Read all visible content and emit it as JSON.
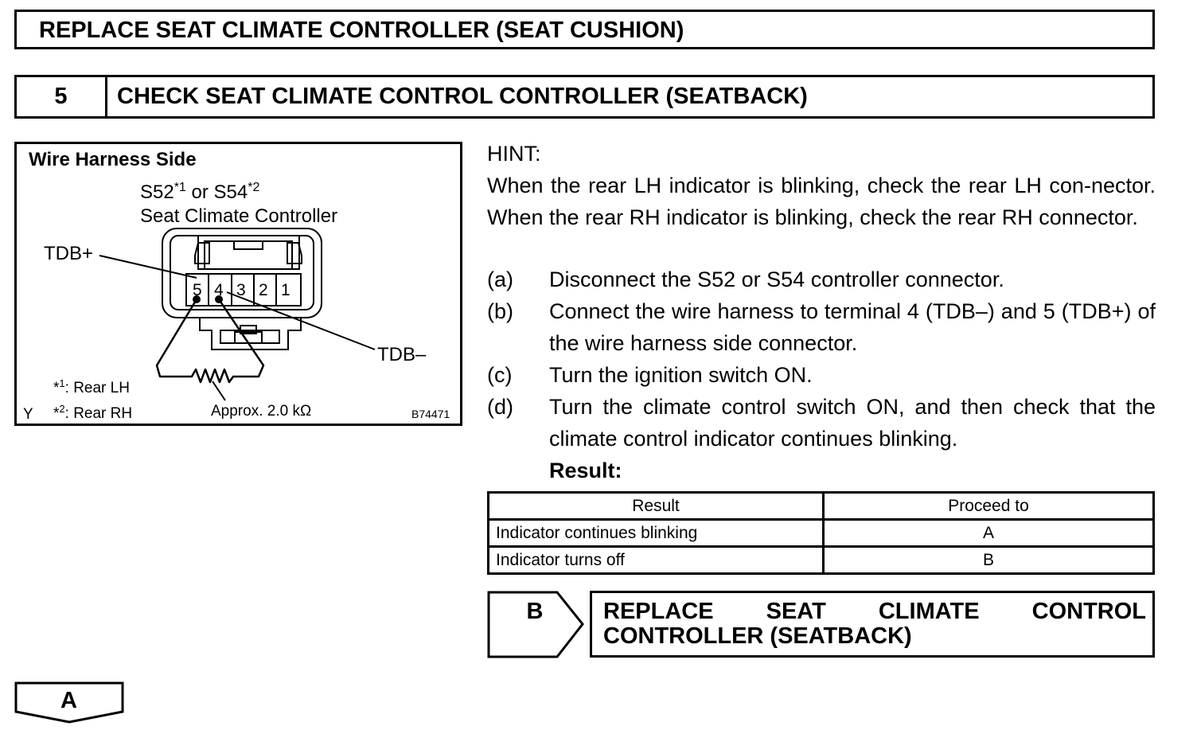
{
  "top_header": "REPLACE SEAT CLIMATE CONTROLLER (SEAT CUSHION)",
  "step": {
    "number": "5",
    "title": "CHECK SEAT CLIMATE CONTROL CONTROLLER (SEATBACK)"
  },
  "diagram": {
    "heading": "Wire Harness Side",
    "connector_s52": "S52",
    "sup1": "*1",
    "or_text": " or S54",
    "sup2": "*2",
    "connector_name": "Seat Climate Controller",
    "tdb_plus": "TDB+",
    "tdb_minus": "TDB–",
    "pins": [
      "5",
      "4",
      "3",
      "2",
      "1"
    ],
    "note1_mark": "*",
    "note1_num": "1",
    "note1_text": ": Rear LH",
    "note2_mark": "*",
    "note2_num": "2",
    "note2_text": ": Rear RH",
    "y_mark": "Y",
    "resistance": "Approx. 2.0 kΩ",
    "figure_id": "B74471"
  },
  "hint": {
    "title": "HINT:",
    "body": "When the rear LH indicator is blinking, check the rear LH con-nector. When the rear RH indicator is blinking, check the rear RH connector."
  },
  "steps": [
    {
      "label": "(a)",
      "text": "Disconnect the S52 or S54 controller connector."
    },
    {
      "label": "(b)",
      "text": "Connect the wire harness to terminal 4 (TDB–) and 5 (TDB+) of the wire harness side connector."
    },
    {
      "label": "(c)",
      "text": "Turn the ignition switch ON."
    },
    {
      "label": "(d)",
      "text": "Turn the climate control switch ON, and then check that the climate control indicator continues blinking."
    }
  ],
  "result_label": "Result:",
  "result_table": {
    "headers": [
      "Result",
      "Proceed to"
    ],
    "rows": [
      [
        "Indicator continues blinking",
        "A"
      ],
      [
        "Indicator turns off",
        "B"
      ]
    ]
  },
  "branch_b": {
    "letter": "B",
    "line1": "REPLACE SEAT CLIMATE CONTROL",
    "line2": "CONTROLLER (SEATBACK)"
  },
  "branch_a": {
    "letter": "A"
  }
}
